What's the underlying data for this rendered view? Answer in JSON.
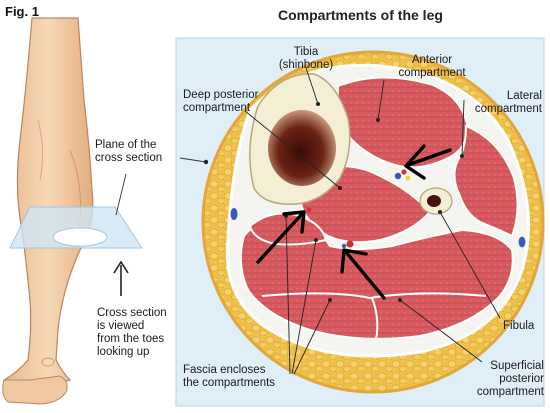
{
  "figure_label": "Fig. 1",
  "title": "Compartments of the leg",
  "labels": {
    "tibia_line1": "Tibia",
    "tibia_line2": "(shinbone)",
    "anterior_line1": "Anterior",
    "anterior_line2": "compartment",
    "deep_posterior_line1": "Deep posterior",
    "deep_posterior_line2": "compartment",
    "lateral_line1": "Lateral",
    "lateral_line2": "compartment",
    "plane_line1": "Plane of the",
    "plane_line2": "cross section",
    "cross_line1": "Cross section",
    "cross_line2": "is viewed",
    "cross_line3": "from the toes",
    "cross_line4": "looking up",
    "fibula": "Fibula",
    "fascia_line1": "Fascia encloses",
    "fascia_line2": "the compartments",
    "superficial_line1": "Superficial",
    "superficial_line2": "posterior",
    "superficial_line3": "compartment"
  },
  "colors": {
    "panel_background": "#dfeef7",
    "panel_border": "#b7d3e6",
    "skin": "#f3cfa8",
    "fat": "#eebd3c",
    "muscle": "#d9585c",
    "bone": "#f4eed4",
    "marrow": "#5a1a10",
    "arrow": "#000000"
  }
}
